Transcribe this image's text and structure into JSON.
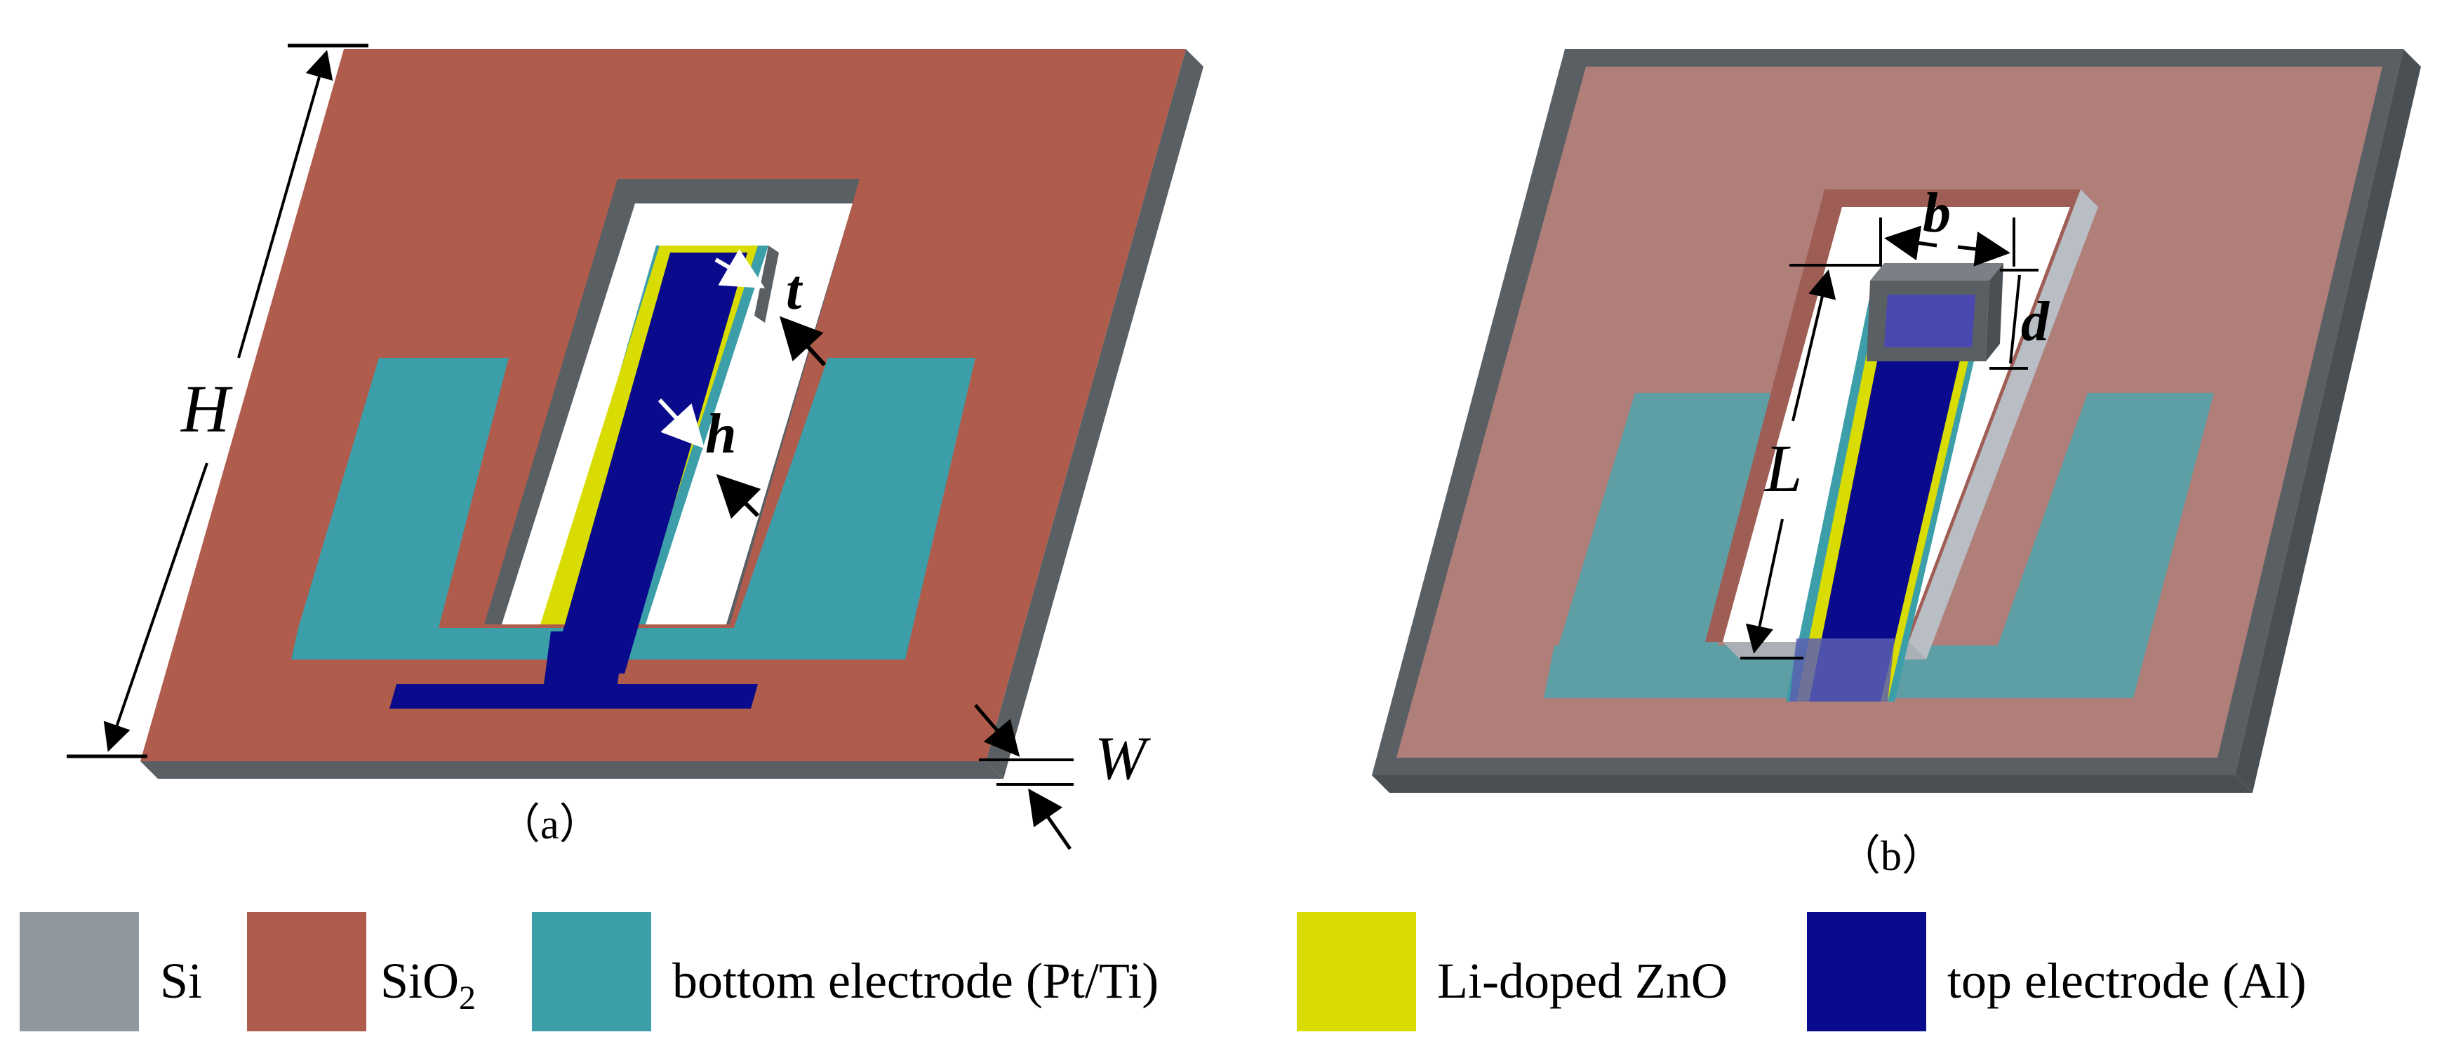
{
  "figure": {
    "panel_a": {
      "caption": "（a）",
      "dimensions": {
        "H": "H",
        "W": "W",
        "t": "t",
        "h": "h"
      }
    },
    "panel_b": {
      "caption": "（b）",
      "dimensions": {
        "b": "b",
        "d": "d",
        "L": "L"
      }
    }
  },
  "legend": [
    {
      "key": "si",
      "label": "Si",
      "color": "#8f979f"
    },
    {
      "key": "sio2",
      "label": "SiO",
      "subscript": "2",
      "color": "#b05c4c"
    },
    {
      "key": "bottom-electrode",
      "label": "bottom electrode (Pt/Ti)",
      "color": "#3b9ea8"
    },
    {
      "key": "li-doped-zno",
      "label": "Li-doped ZnO",
      "color": "#d9dc00"
    },
    {
      "key": "top-electrode",
      "label": "top electrode (Al)",
      "color": "#0a0a8c"
    }
  ],
  "colors": {
    "si_edge": "#5a5f64",
    "sio2": "#b05c4c",
    "sio2_faded": "#b07f79",
    "bottom_electrode": "#3b9ea8",
    "bottom_electrode_faded": "#5e9ea5",
    "zno": "#d9dc00",
    "top_electrode": "#0a0a8c",
    "mass_block": "#6a7076"
  }
}
